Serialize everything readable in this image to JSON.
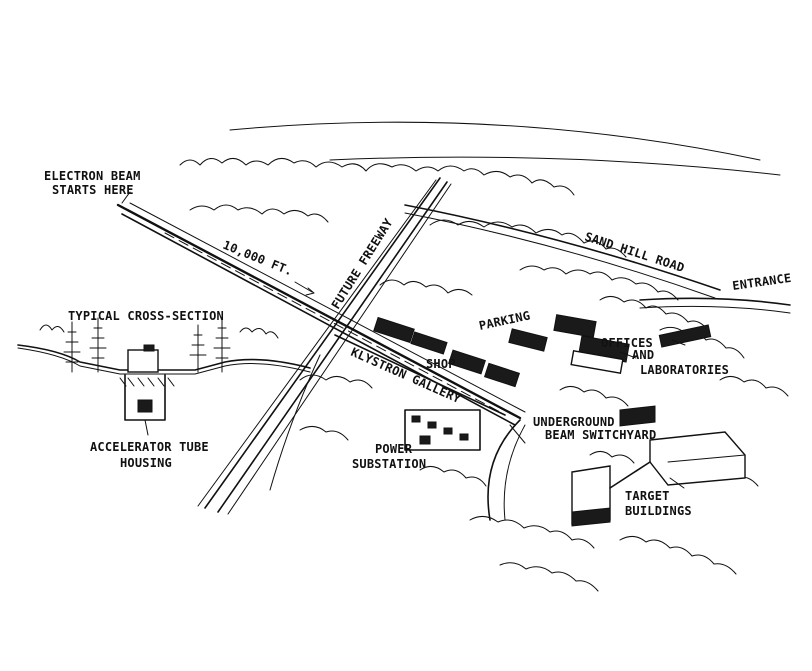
{
  "labels": {
    "electron_beam_line1": "ELECTRON BEAM",
    "electron_beam_line2": "STARTS HERE",
    "length": "10,000 FT.",
    "future_freeway": "FUTURE FREEWAY",
    "sand_hill_road": "SAND HILL ROAD",
    "entrance": "ENTRANCE",
    "typical_cross_section": "TYPICAL CROSS-SECTION",
    "parking": "PARKING",
    "offices": "OFFICES",
    "and": "AND",
    "laboratories": "LABORATORIES",
    "shop": "SHOP",
    "klystron_gallery": "KLYSTRON GALLERY",
    "underground_line1": "UNDERGROUND",
    "underground_line2": "BEAM SWITCHYARD",
    "power_line1": "POWER",
    "power_line2": "SUBSTATION",
    "accelerator_line1": "ACCELERATOR TUBE",
    "accelerator_line2": "HOUSING",
    "target_line1": "TARGET",
    "target_line2": "BUILDINGS"
  },
  "colors": {
    "ink": "#111111",
    "paper": "#ffffff"
  }
}
